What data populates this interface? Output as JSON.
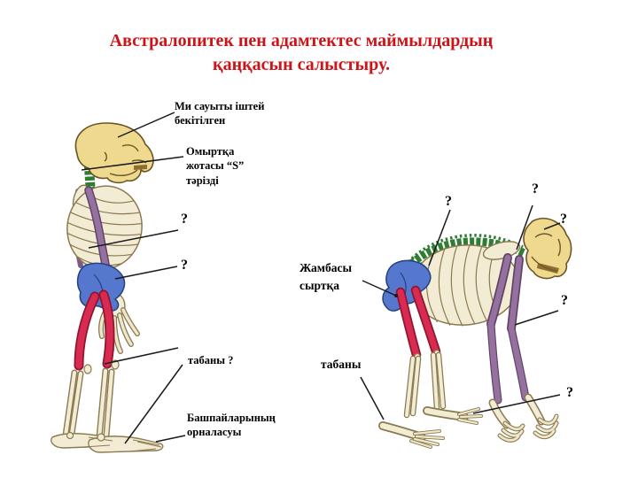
{
  "slide": {
    "title_line1": "Австралопитек пен адамтектес маймылдардың",
    "title_line2": "қаңқасын салыстыру.",
    "title_color": "#cc1418"
  },
  "annotations": {
    "braincase": "Ми сауыты іштей бекітілген",
    "spine_s": "Омыртқа жотасы “S” тәрізді",
    "q_arm_left": "?",
    "q_pelvis_left": "?",
    "sole_left": "табаны ?",
    "toes_left": "Башпайларының орналасуы",
    "pelvis_right": "Жамбасы сыртқа",
    "sole_right": "табаны",
    "q_spine_right": "?",
    "q_shoulder_right": "?",
    "q_skull_right": "?",
    "q_elbow_right": "?",
    "q_hand_right": "?"
  },
  "figure_colors": {
    "skull": "#eed98f",
    "skull_outline": "#6b5526",
    "spine_green": "#2e7d32",
    "rib_cream": "#f3ecd5",
    "bone_outline": "#8a7a50",
    "arm_purple": "#96719f",
    "arm_purple_dark": "#5e4468",
    "pelvis_blue": "#5578ce",
    "pelvis_outline": "#27407e",
    "femur_red": "#d92b52",
    "femur_outline": "#8e1630",
    "connector": "#1a1a1a"
  }
}
